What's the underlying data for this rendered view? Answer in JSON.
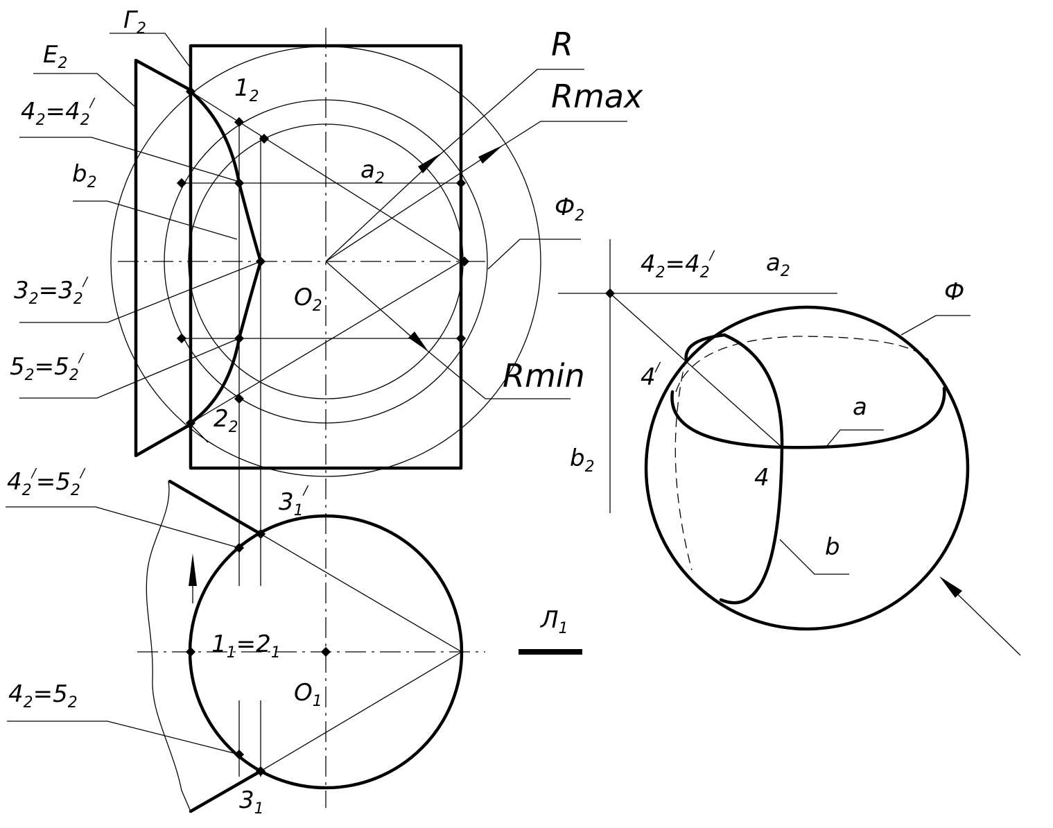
{
  "labels": {
    "G2": {
      "main": "Г",
      "sub": "2"
    },
    "E2": {
      "main": "E",
      "sub": "2"
    },
    "p12": {
      "main": "1",
      "sub": "2"
    },
    "p4eq": {
      "a": "4",
      "asub": "2",
      "eq": "=4",
      "bsub": "2",
      "bsup": "/"
    },
    "b2": {
      "main": "b",
      "sub": "2"
    },
    "a2": {
      "main": "a",
      "sub": "2"
    },
    "p3eq": {
      "a": "3",
      "asub": "2",
      "eq": "=3",
      "bsub": "2",
      "bsup": "/"
    },
    "O2": {
      "main": "O",
      "sub": "2"
    },
    "p5eq": {
      "a": "5",
      "asub": "2",
      "eq": "=5",
      "bsub": "2",
      "bsup": "/"
    },
    "p22": {
      "main": "2",
      "sub": "2"
    },
    "R": "R",
    "Rmax": "Rmax",
    "Rmin": "Rmin",
    "Phi2": {
      "main": "Ф",
      "sub": "2"
    },
    "p45prime": {
      "a": "4",
      "asub": "2",
      "asup": "/",
      "eq": "=5",
      "bsub": "2",
      "bsup": "/"
    },
    "p31prime": {
      "main": "3",
      "sub": "1",
      "sup": "/"
    },
    "p12eq": {
      "a": "1",
      "asub": "1",
      "eq": "=2",
      "bsub": "1"
    },
    "O1": {
      "main": "O",
      "sub": "1"
    },
    "L1": {
      "main": "Л",
      "sub": "1"
    },
    "p45": {
      "a": "4",
      "asub": "2",
      "eq": "=5",
      "bsub": "2"
    },
    "p31": {
      "main": "3",
      "sub": "1"
    },
    "right_4eq": {
      "a": "4",
      "asub": "2",
      "eq": "=4",
      "bsub": "2",
      "bsup": "/"
    },
    "right_a2": {
      "main": "a",
      "sub": "2"
    },
    "right_b2": {
      "main": "b",
      "sub": "2"
    },
    "Phi": "Ф",
    "r4prime": {
      "main": "4",
      "sup": "/"
    },
    "r4": "4",
    "ra": "a",
    "rb": "b"
  }
}
